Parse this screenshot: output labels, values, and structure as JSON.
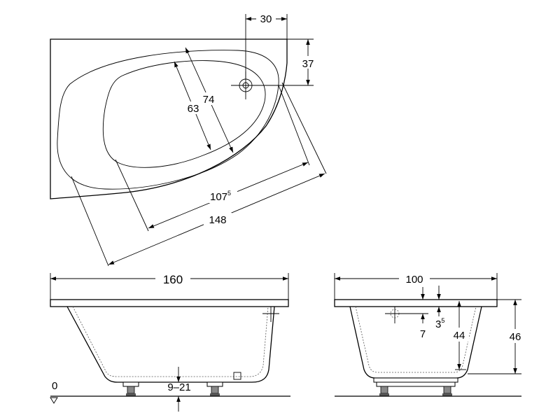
{
  "plan_view": {
    "dim_drain_horizontal": "30",
    "dim_drain_vertical": "37",
    "dim_inner_width": "63",
    "dim_outer_width": "74",
    "dim_inner_length_main": "107",
    "dim_inner_length_sup": "5",
    "dim_outer_length": "148"
  },
  "side_view": {
    "dim_length": "160",
    "dim_foot_adjust": "9–21",
    "floor_level": "0"
  },
  "end_view": {
    "dim_width": "100",
    "dim_rim_main": "3",
    "dim_rim_sup": "5",
    "dim_overflow": "7",
    "dim_inner_depth": "44",
    "dim_total_height": "46"
  }
}
